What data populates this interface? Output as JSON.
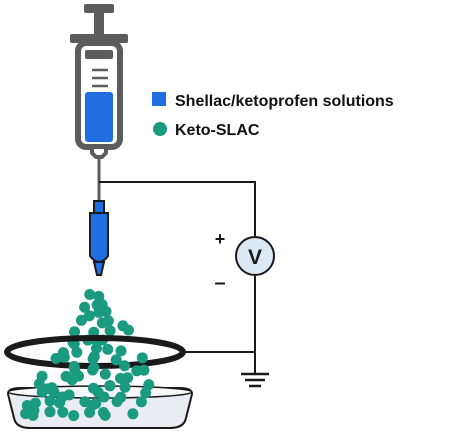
{
  "legend": {
    "items": [
      {
        "label": "Shellac/ketoprofen solutions",
        "shape": "square",
        "color": "#1f6fe0"
      },
      {
        "label": "Keto-SLAC",
        "shape": "circle",
        "color": "#1a9a7e"
      }
    ]
  },
  "circuit": {
    "plus_label": "+",
    "minus_label": "–",
    "voltmeter_label": "V"
  },
  "colors": {
    "solution_blue": "#1f6fe0",
    "particle_teal": "#1a9a7e",
    "syringe_gray": "#5c5c5c",
    "dish_fill": "#e9edf2",
    "meter_fill": "#dbe9f5"
  },
  "icons": {
    "syringe": "syringe-icon",
    "nozzle": "spinneret-icon",
    "voltmeter": "voltmeter-icon",
    "ground": "ground-icon",
    "ring": "collector-ring-icon",
    "dish": "petri-dish-icon"
  }
}
